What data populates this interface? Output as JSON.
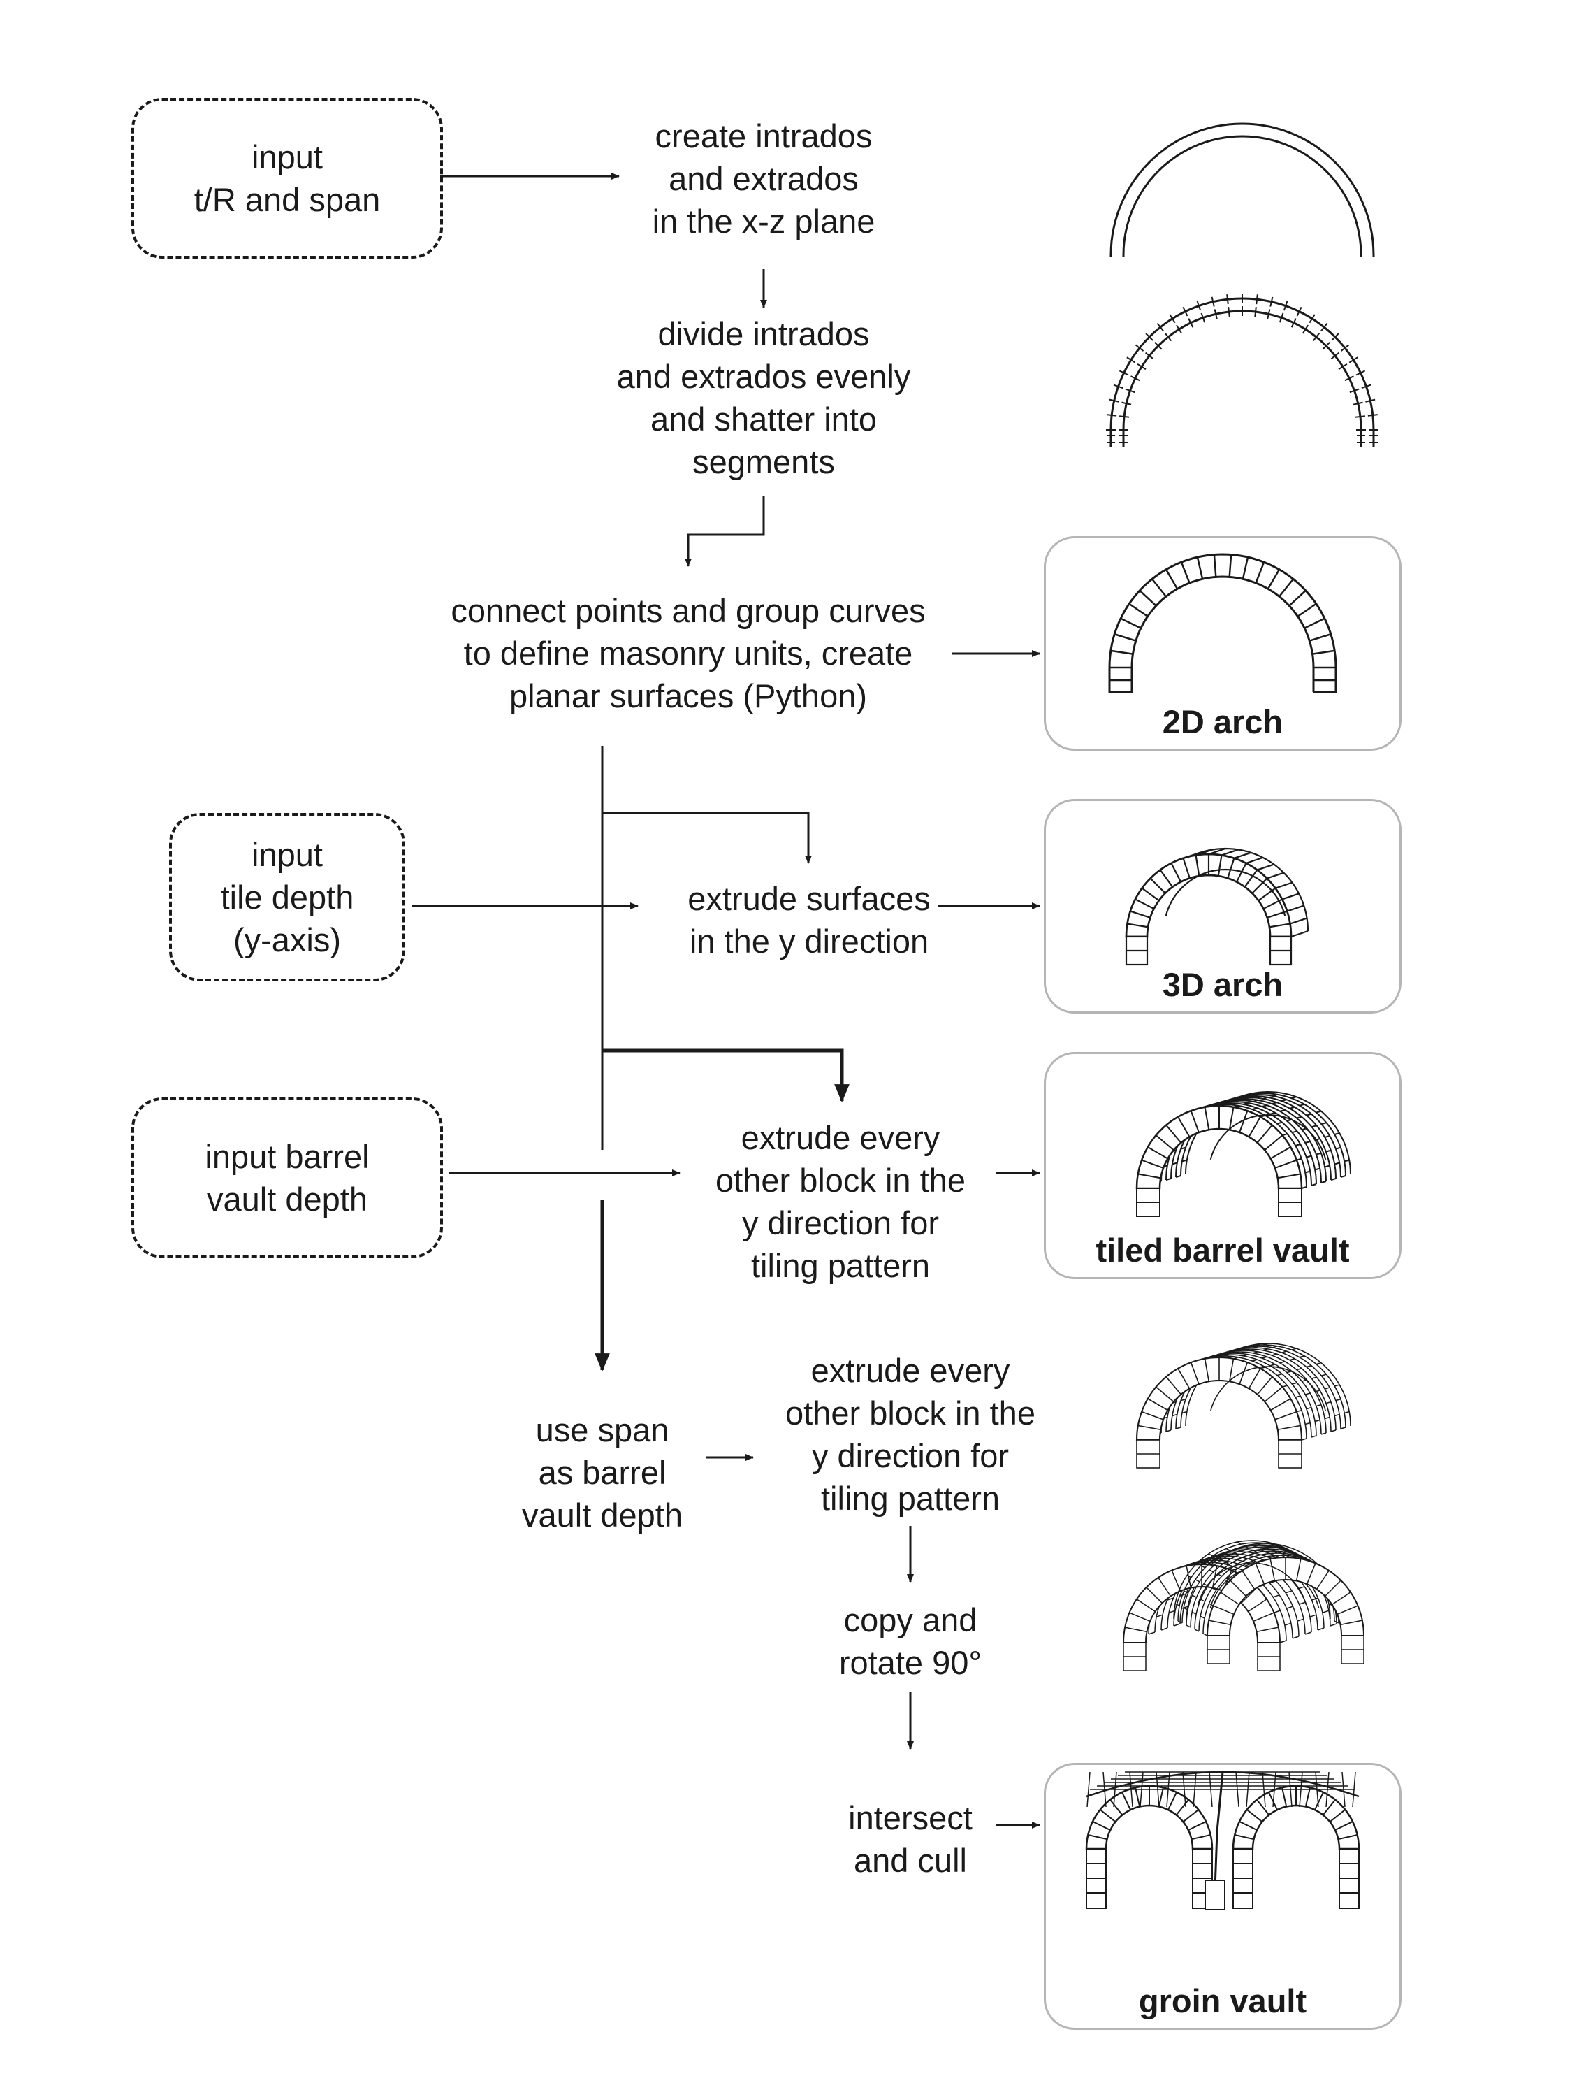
{
  "inputs": {
    "tr_span": [
      "input",
      "t/R and span"
    ],
    "tile_depth": [
      "input",
      "tile depth",
      "(y-axis)"
    ],
    "barrel_depth": [
      "input barrel",
      "vault depth"
    ]
  },
  "steps": {
    "create_curves": [
      "create intrados",
      "and extrados",
      "in the x-z plane"
    ],
    "divide": [
      "divide intrados",
      "and extrados evenly",
      "and shatter into",
      "segments"
    ],
    "connect": [
      "connect points and group curves",
      "to define masonry units, create",
      "planar surfaces (Python)"
    ],
    "extrude_y": [
      "extrude surfaces",
      "in the y direction"
    ],
    "extrude_tiling": [
      "extrude every",
      "other block in the",
      "y direction for",
      "tiling pattern"
    ],
    "use_span": [
      "use span",
      "as barrel",
      "vault depth"
    ],
    "extrude_tiling_2": [
      "extrude every",
      "other block in the",
      "y direction for",
      "tiling pattern"
    ],
    "copy_rotate": [
      "copy and",
      "rotate 90°"
    ],
    "intersect": [
      "intersect",
      "and cull"
    ]
  },
  "results": {
    "arch_2d": "2D arch",
    "arch_3d": "3D arch",
    "tiled_barrel": "tiled barrel vault",
    "groin": "groin vault"
  },
  "colors": {
    "ink": "#1a1a1a",
    "box_border": "#b5b5b5"
  }
}
